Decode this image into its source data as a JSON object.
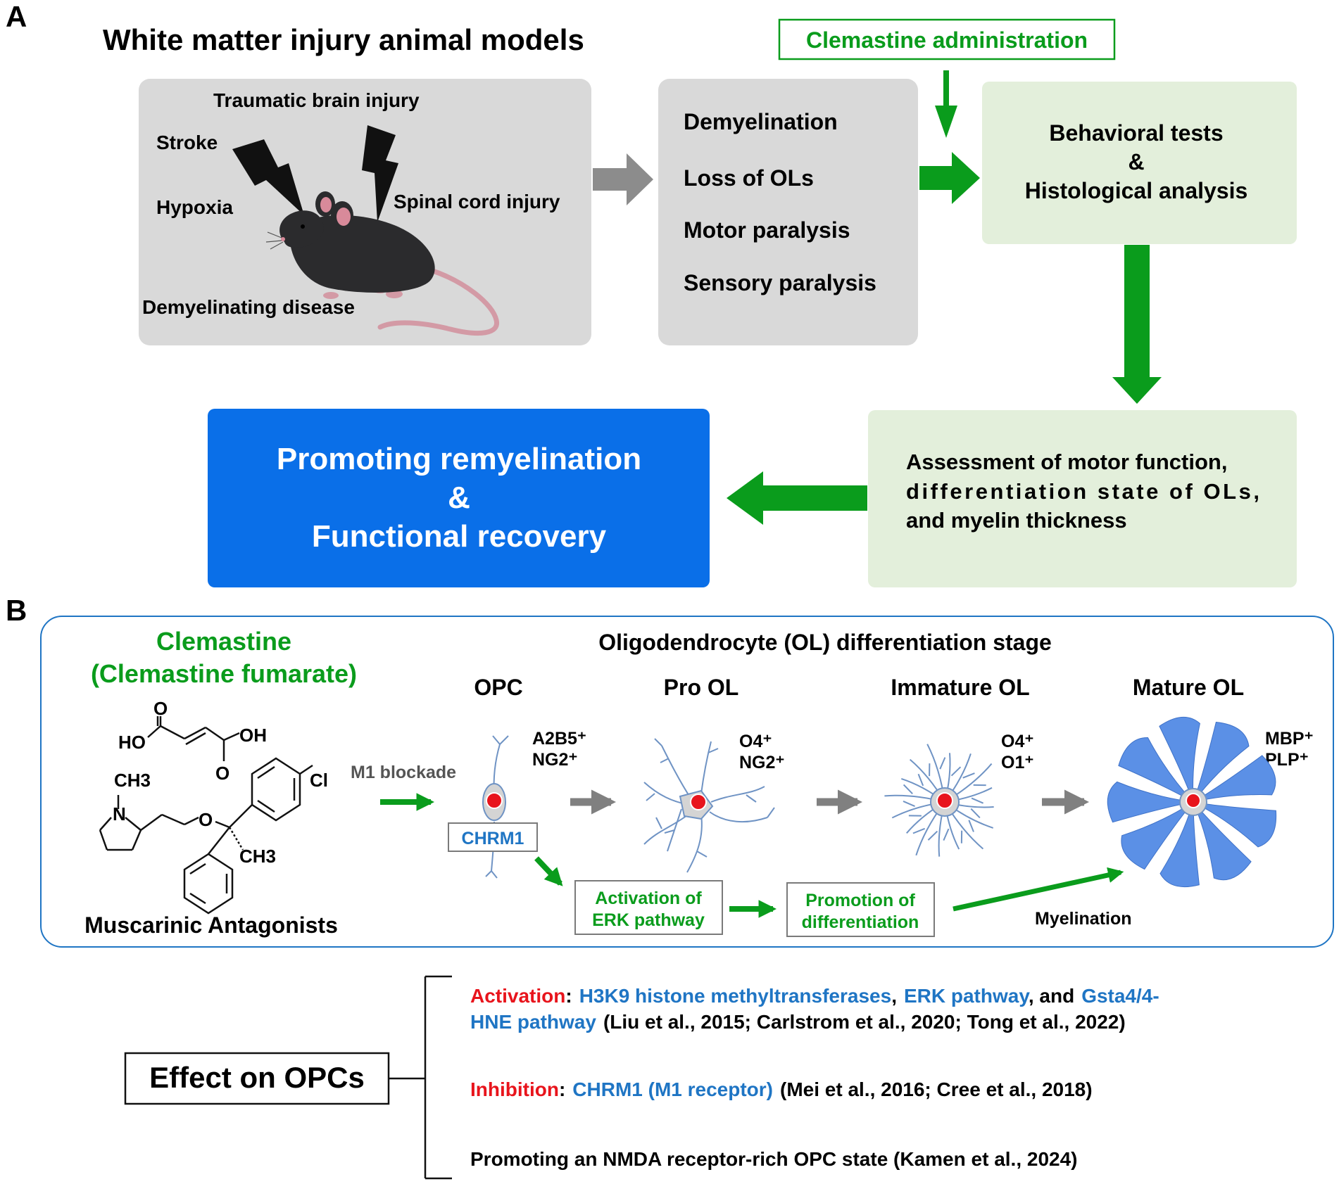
{
  "colors": {
    "green": "#0a9c1c",
    "blue_text": "#1f75c4",
    "blue_box": "#0a6fe8",
    "red": "#e8141c",
    "gray_box": "#d9d9d9",
    "light_green_box": "#e3efdb",
    "gray_arrow": "#8c8c8c",
    "petal_blue": "#5b90e6"
  },
  "icons": {
    "mouse": "mouse-illustration",
    "lightning": "lightning-bolt-icon"
  },
  "panel_a": {
    "label": "A",
    "title": "White matter injury animal models",
    "clemastine_admin": "Clemastine administration",
    "injuries": {
      "traumatic": "Traumatic brain injury",
      "stroke": "Stroke",
      "hypoxia": "Hypoxia",
      "spinal": "Spinal cord injury",
      "demyelinating": "Demyelinating disease"
    },
    "outcomes": [
      "Demyelination",
      "Loss of OLs",
      "Motor paralysis",
      "Sensory paralysis"
    ],
    "behavioral": [
      "Behavioral tests",
      "&",
      "Histological analysis"
    ],
    "assessment": [
      "Assessment of motor function,",
      "differentiation state of OLs,",
      "and myelin thickness"
    ],
    "result": [
      "Promoting remyelination",
      "&",
      "Functional recovery"
    ]
  },
  "panel_b": {
    "label": "B",
    "drug_name": "Clemastine",
    "drug_salt": "(Clemastine fumarate)",
    "drug_class": "Muscarinic Antagonists",
    "chem": {
      "o_top": "O",
      "ho": "HO",
      "oh": "OH",
      "o_bottom": "O",
      "ch3_top": "CH3",
      "n": "N",
      "o_ether": "O",
      "cl": "Cl",
      "ch3_bottom": "CH3"
    },
    "stage_title": "Oligodendrocyte (OL) differentiation stage",
    "stages": [
      "OPC",
      "Pro OL",
      "Immature OL",
      "Mature OL"
    ],
    "markers": {
      "opc": [
        "A2B5⁺",
        "NG2⁺"
      ],
      "pro": [
        "O4⁺",
        "NG2⁺"
      ],
      "immature": [
        "O4⁺",
        "O1⁺"
      ],
      "mature": [
        "MBP⁺",
        "PLP⁺"
      ]
    },
    "m1_blockade": "M1 blockade",
    "chrm1": "CHRM1",
    "erk_box": [
      "Activation of",
      "ERK pathway"
    ],
    "diff_box": [
      "Promotion of",
      "differentiation"
    ],
    "myelination": "Myelination"
  },
  "effects": {
    "box_label": "Effect on OPCs",
    "activation": {
      "label": "Activation",
      "colon": ":",
      "h3k9": "H3K9 histone methyltransferases",
      "comma1": ",",
      "erk": "ERK pathway",
      "and": ", and",
      "gsta_line1": "Gsta4/4-",
      "gsta_line2": "HNE pathway",
      "refs": "(Liu et al., 2015; Carlstrom et al., 2020; Tong et al., 2022)"
    },
    "inhibition": {
      "label": "Inhibition",
      "colon": ":",
      "target": "CHRM1 (M1 receptor)",
      "refs": "(Mei et al., 2016; Cree et al., 2018)"
    },
    "promoting": "Promoting an NMDA receptor-rich OPC state (Kamen et al., 2024)"
  }
}
